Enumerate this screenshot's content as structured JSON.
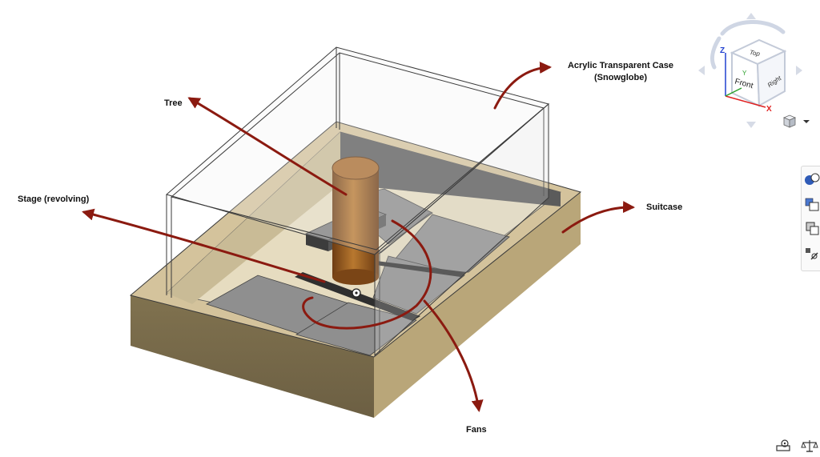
{
  "labels": {
    "case": [
      "Acrylic Transparent Case",
      "(Snowglobe)"
    ],
    "tree": "Tree",
    "stage": "Stage (revolving)",
    "suitcase": "Suitcase",
    "fans": "Fans"
  },
  "viewcube": {
    "top": "Top",
    "front": "Front",
    "right": "Right",
    "axis_x": "X",
    "axis_y": "Y",
    "axis_z": "Z"
  },
  "colors": {
    "annotation": "#8b1a10",
    "suitcase_top": "#d4c39c",
    "suitcase_side": "#7a6c4d",
    "floor": "#e9dfc4",
    "plate": "#8f8f8f",
    "tree": "#9c5f27",
    "axis_x": "#e02020",
    "axis_y": "#2ca02c",
    "axis_z": "#2040d0"
  },
  "icons": [
    "viewcube-icon",
    "display-mode-icon",
    "appearance-icon",
    "section-view-icon",
    "explode-view-icon",
    "measure-icon",
    "mass-properties-icon",
    "balance-icon"
  ]
}
